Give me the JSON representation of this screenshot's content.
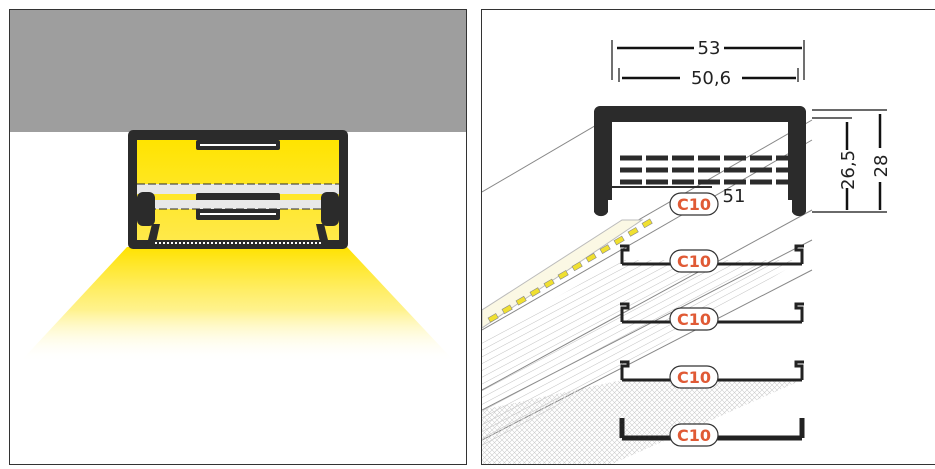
{
  "diagram": {
    "left": {
      "title": "Ceiling-mounted profile light distribution",
      "colors": {
        "ceiling": "#9e9e9e",
        "profile": "#2b2b2b",
        "light": "#ffe600",
        "led_strip": "#e8e8e8"
      }
    },
    "right": {
      "dimensions": {
        "outer_width": "53",
        "inner_width": "50,6",
        "inner_height": "26,5",
        "outer_height": "28",
        "cover_depth": "51"
      },
      "diffusers": [
        {
          "label": "C10",
          "type": "top"
        },
        {
          "label": "C10",
          "type": "frosted"
        },
        {
          "label": "C10",
          "type": "striped"
        },
        {
          "label": "C10",
          "type": "clear"
        },
        {
          "label": "C10",
          "type": "opal"
        }
      ],
      "colors": {
        "badge_text": "#e05a35",
        "badge_border": "#333333",
        "profile": "#2b2b2b",
        "led": "#f0e030",
        "strip": "#fbf8e4"
      }
    }
  }
}
